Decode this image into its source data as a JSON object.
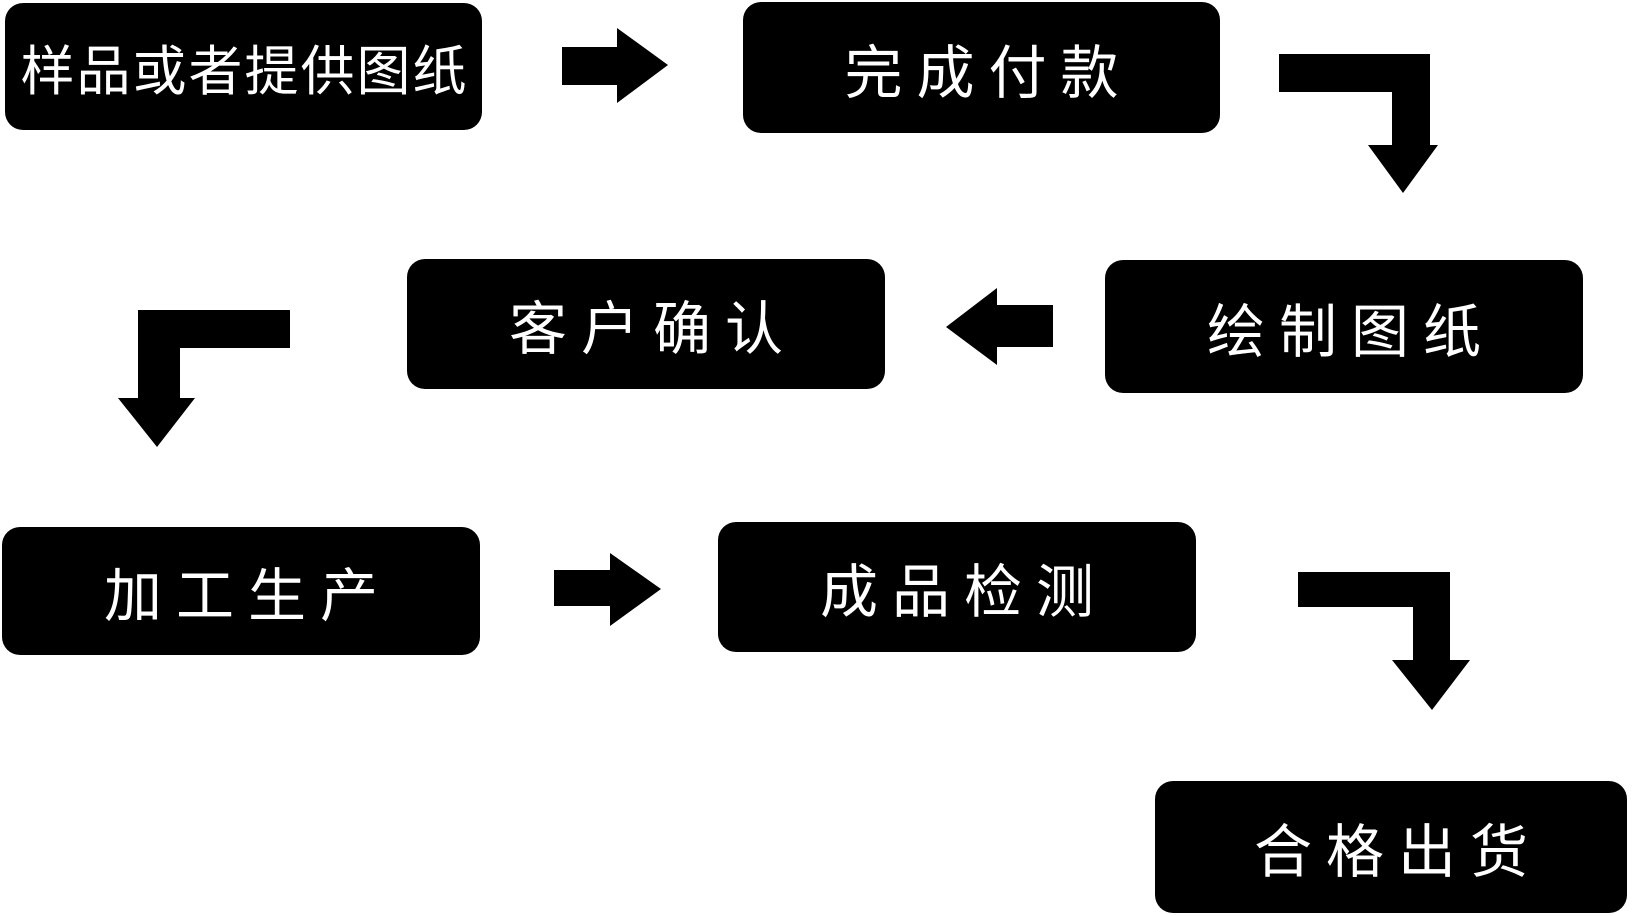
{
  "diagram": {
    "type": "flowchart",
    "background_color": "#ffffff",
    "node_fill_color": "#000000",
    "node_text_color": "#ffffff",
    "arrow_color": "#000000",
    "nodes": [
      {
        "id": "step-1",
        "label": "样品或者提供图纸"
      },
      {
        "id": "step-2",
        "label": "完成付款"
      },
      {
        "id": "step-3",
        "label": "客户确认"
      },
      {
        "id": "step-4",
        "label": "绘制图纸"
      },
      {
        "id": "step-5",
        "label": "加工生产"
      },
      {
        "id": "step-6",
        "label": "成品检测"
      },
      {
        "id": "step-7",
        "label": "合格出货"
      }
    ],
    "edges": [
      {
        "from": "样品或者提供图纸",
        "to": "完成付款",
        "shape": "straight-right-arrow"
      },
      {
        "from": "完成付款",
        "to": "绘制图纸",
        "shape": "elbow-right-then-down-arrow"
      },
      {
        "from": "绘制图纸",
        "to": "客户确认",
        "shape": "straight-left-arrow"
      },
      {
        "from": "客户确认",
        "to": "加工生产",
        "shape": "elbow-left-then-down-arrow"
      },
      {
        "from": "加工生产",
        "to": "成品检测",
        "shape": "straight-right-arrow"
      },
      {
        "from": "成品检测",
        "to": "合格出货",
        "shape": "elbow-right-then-down-arrow"
      }
    ]
  }
}
